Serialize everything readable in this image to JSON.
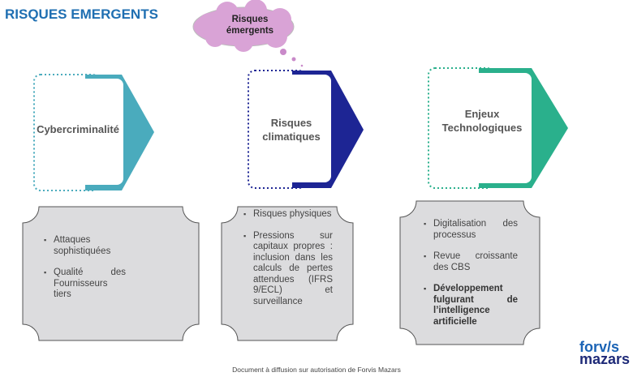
{
  "title": "RISQUES EMERGENTS",
  "cloud": {
    "line1": "Risques",
    "line2": "émergents"
  },
  "panels": [
    {
      "title": "Cybercriminalité",
      "color": "#4aabbd",
      "items": [
        {
          "text": "Attaques sophistiquées",
          "bold": false
        },
        {
          "text": "Qualité des Fournisseurs tiers",
          "bold": false
        }
      ]
    },
    {
      "title": "Risques climatiques",
      "color": "#1d2594",
      "items": [
        {
          "text": "Risques physiques",
          "bold": false
        },
        {
          "text": "Pressions sur capitaux propres : inclusion dans les calculs de pertes attendues (IFRS 9/ECL) et surveillance",
          "bold": false
        }
      ]
    },
    {
      "title": "Enjeux Technologiques",
      "color": "#2ab08c",
      "items": [
        {
          "text": "Digitalisation des processus",
          "bold": false
        },
        {
          "text": "Revue croissante des CBS",
          "bold": false
        },
        {
          "text": "Développement fulgurant de l’intelligence artificielle",
          "bold": true
        }
      ]
    }
  ],
  "footer": "Document à diffusion sur autorisation de Forvis Mazars",
  "logo": {
    "line1": "forv/s",
    "line2": "mazars"
  }
}
